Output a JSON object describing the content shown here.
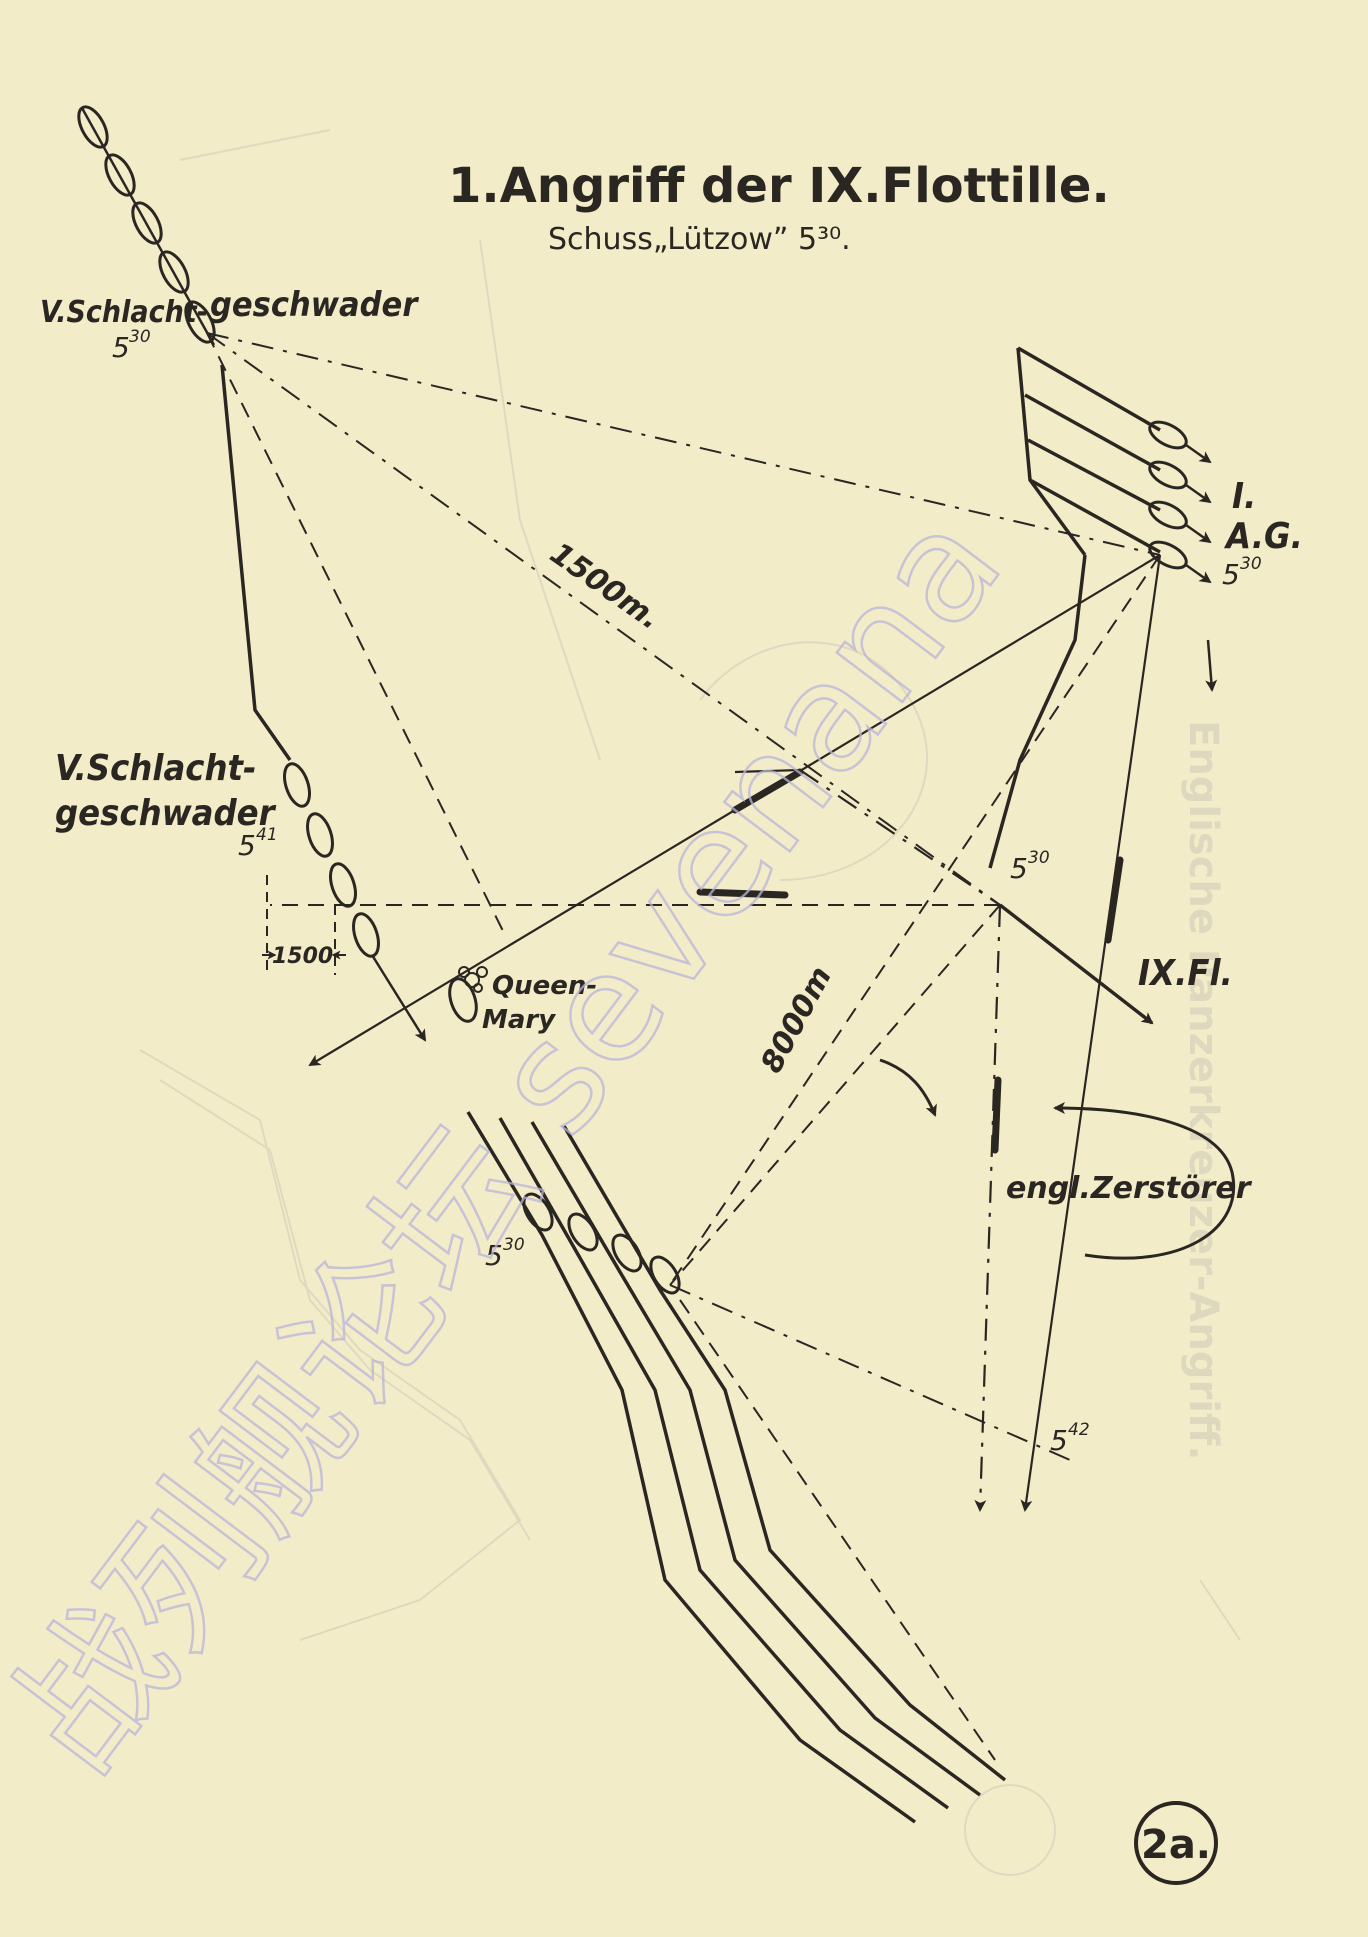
{
  "title": "1.Angriff der IX.Flottille.",
  "subtitle": "Schuss„Lützow” 5³⁰.",
  "labels": {
    "v_squadron_top": "V.Schlacht-",
    "v_squadron_top_2": "geschwader",
    "v_squadron_top_time": "5",
    "v_squadron_top_time_sup": "30",
    "v_squadron_mid": "V.Schlacht-",
    "v_squadron_mid_2": "geschwader",
    "v_squadron_mid_time": "5",
    "v_squadron_mid_time_sup": "41",
    "iag_1": "I.",
    "iag_2": "A.G.",
    "iag_time": "5",
    "iag_time_sup": "30",
    "ixfl": "IX.Fl.",
    "ixfl_time": "5",
    "ixfl_time_sup": "30",
    "queen_mary_1": "Queen-",
    "queen_mary_2": "Mary",
    "british_destroyers": "engl.Zerstörer",
    "bc_time": "5",
    "bc_time_sup": "30",
    "end_time": "5",
    "end_time_sup": "42",
    "dist_1500m": "1500m.",
    "dist_8000m": "8000m",
    "dist_1500_small": "1500",
    "plate": "2a."
  },
  "watermark": "战列舰论坛 sevenana"
}
